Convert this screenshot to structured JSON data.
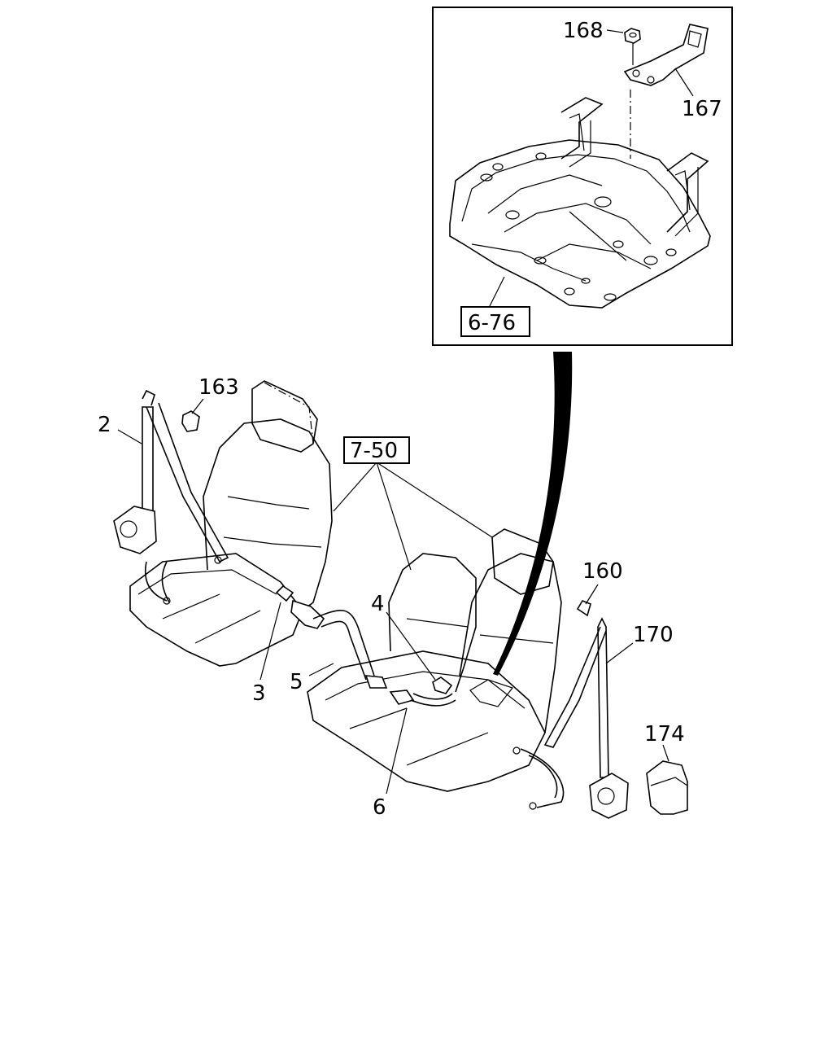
{
  "diagram": {
    "inset_reference": "6-76",
    "seat_reference": "7-50",
    "labels": {
      "p168": "168",
      "p167": "167",
      "p163": "163",
      "p2": "2",
      "p4": "4",
      "p160": "160",
      "p170": "170",
      "p5": "5",
      "p3": "3",
      "p6": "6",
      "p174": "174"
    }
  }
}
